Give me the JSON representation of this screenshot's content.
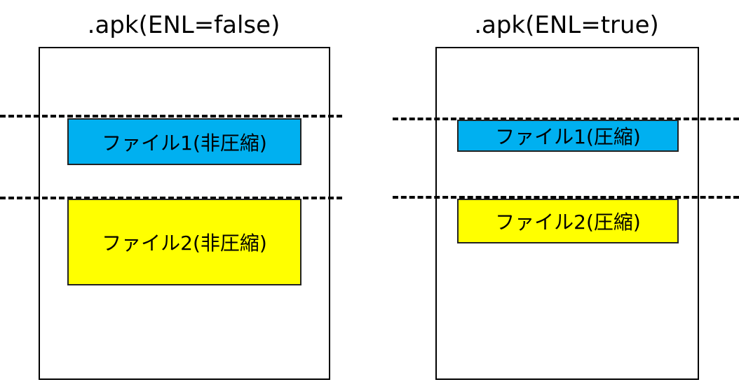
{
  "colors": {
    "blue": "#00B0F0",
    "yellow": "#FFFF00"
  },
  "left": {
    "title": ".apk(ENL=false)",
    "file1": "ファイル1(非圧縮)",
    "file2": "ファイル2(非圧縮)"
  },
  "right": {
    "title": ".apk(ENL=true)",
    "file1": "ファイル1(圧縮)",
    "file2": "ファイル2(圧縮)"
  }
}
